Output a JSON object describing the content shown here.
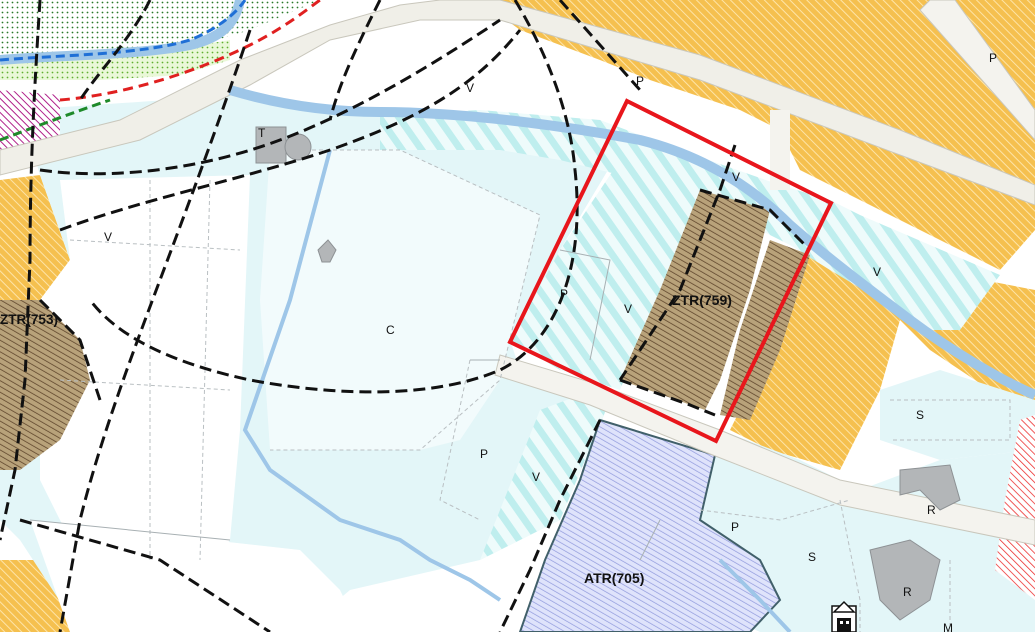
{
  "map": {
    "labels": {
      "p1": "P",
      "p2": "P",
      "p3": "P",
      "p4": "P",
      "p5": "P",
      "v1": "V",
      "v2": "V",
      "v3": "V",
      "v4": "V",
      "v5": "V",
      "v6": "V",
      "t": "T",
      "c": "C",
      "s1": "S",
      "s2": "S",
      "r1": "R",
      "r2": "R",
      "m": "M",
      "ztr": "ZTR(759)",
      "atr": "ATR(705)",
      "ztr753": "ZTR(753)"
    },
    "colors": {
      "residential_orange": "#f5c04f",
      "residential_stripe": "#ffd98c",
      "public_light_blue": "#e3f6f8",
      "green_stripe": "#bfeeee",
      "transformation_brown": "#7a5c3c",
      "atr_blue": "#9fa7e6",
      "river_blue": "#9ec6e8",
      "selection_red": "#e8161c",
      "road_fill": "#f0efe8"
    }
  }
}
